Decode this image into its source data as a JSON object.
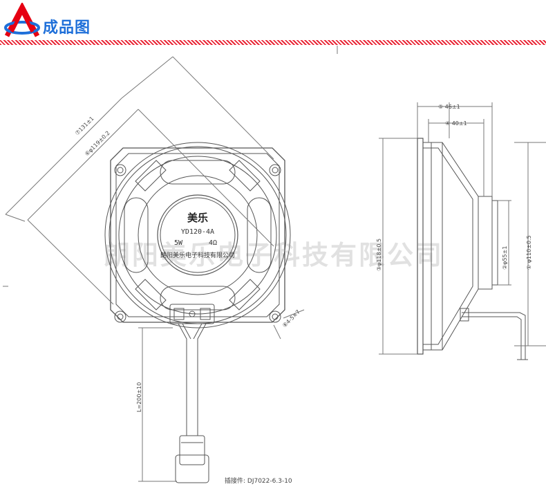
{
  "header": {
    "title": "成品图",
    "logo_icon": "triangle-arch-logo",
    "accent_color": "#e60012",
    "logo_blue": "#1e6fd9"
  },
  "watermark": {
    "text": "朗阳美乐电子科技有限公司"
  },
  "speaker_label": {
    "brand": "美乐",
    "model": "YD120-4A",
    "power": "5W",
    "impedance": "4Ω",
    "company": "朗阳美乐电子科技有限公司"
  },
  "dimensions": {
    "d7": "⑦131±1",
    "d6": "⑥φ119±0.2",
    "d8": "⑧4-5×7",
    "d5": "⑤ 46±1",
    "d4": "④ 40±1",
    "d3": "③φ118±0.5",
    "d2": "②φ55±1",
    "d1": "① φ110±0.5",
    "lead": "L=200±10"
  },
  "connector": {
    "label": "插接件: DJ7022-6.3-10"
  }
}
